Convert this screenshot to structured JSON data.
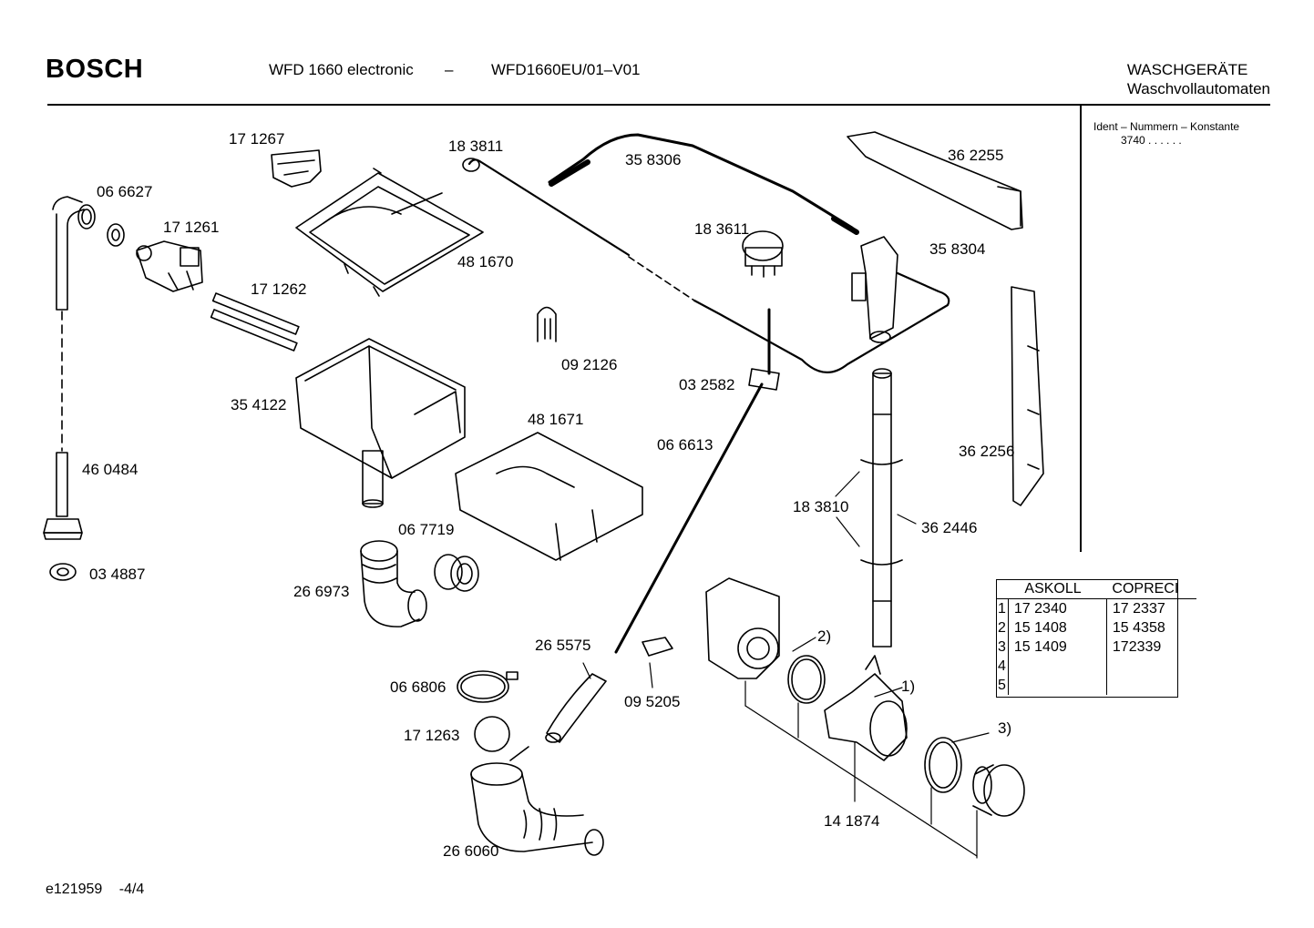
{
  "header": {
    "brand": "BOSCH",
    "model": "WFD 1660 electronic",
    "dash": "–",
    "code": "WFD1660EU/01–V01",
    "category": "WASCHGERÄTE",
    "subcategory": "Waschvollautomaten"
  },
  "ident": {
    "title": "Ident – Nummern – Konstante",
    "value": "3740  .  .   .  .  .  ."
  },
  "parts": [
    {
      "id": "p01",
      "label": "17 1267"
    },
    {
      "id": "p02",
      "label": "18 3811"
    },
    {
      "id": "p03",
      "label": "35 8306"
    },
    {
      "id": "p04",
      "label": "36 2255"
    },
    {
      "id": "p05",
      "label": "06 6627"
    },
    {
      "id": "p06",
      "label": "17 1261"
    },
    {
      "id": "p07",
      "label": "48 1670"
    },
    {
      "id": "p08",
      "label": "18 3611"
    },
    {
      "id": "p09",
      "label": "35 8304"
    },
    {
      "id": "p10",
      "label": "17 1262"
    },
    {
      "id": "p11",
      "label": "09 2126"
    },
    {
      "id": "p12",
      "label": "03 2582"
    },
    {
      "id": "p13",
      "label": "35 4122"
    },
    {
      "id": "p14",
      "label": "48 1671"
    },
    {
      "id": "p15",
      "label": "06 6613"
    },
    {
      "id": "p16",
      "label": "36 2256"
    },
    {
      "id": "p17",
      "label": "46 0484"
    },
    {
      "id": "p18",
      "label": "18 3810"
    },
    {
      "id": "p19",
      "label": "36 2446"
    },
    {
      "id": "p20",
      "label": "06 7719"
    },
    {
      "id": "p21",
      "label": "03 4887"
    },
    {
      "id": "p22",
      "label": "26 6973"
    },
    {
      "id": "p23",
      "label": "26 5575"
    },
    {
      "id": "p24",
      "label": "2)"
    },
    {
      "id": "p25",
      "label": "06 6806"
    },
    {
      "id": "p26",
      "label": "09 5205"
    },
    {
      "id": "p27",
      "label": "1)"
    },
    {
      "id": "p28",
      "label": "17 1263"
    },
    {
      "id": "p29",
      "label": "3)"
    },
    {
      "id": "p30",
      "label": "14 1874"
    },
    {
      "id": "p31",
      "label": "26 6060"
    }
  ],
  "supplier_table": {
    "headers": [
      "ASKOLL",
      "COPRECI"
    ],
    "rows": [
      {
        "n": "1",
        "askoll": "17 2340",
        "copreci": "17 2337"
      },
      {
        "n": "2",
        "askoll": "15 1408",
        "copreci": "15 4358"
      },
      {
        "n": "3",
        "askoll": "15 1409",
        "copreci": "172339"
      },
      {
        "n": "4",
        "askoll": "",
        "copreci": ""
      },
      {
        "n": "5",
        "askoll": "",
        "copreci": ""
      }
    ]
  },
  "footer": {
    "doc": "e121959",
    "page": "-4/4"
  }
}
